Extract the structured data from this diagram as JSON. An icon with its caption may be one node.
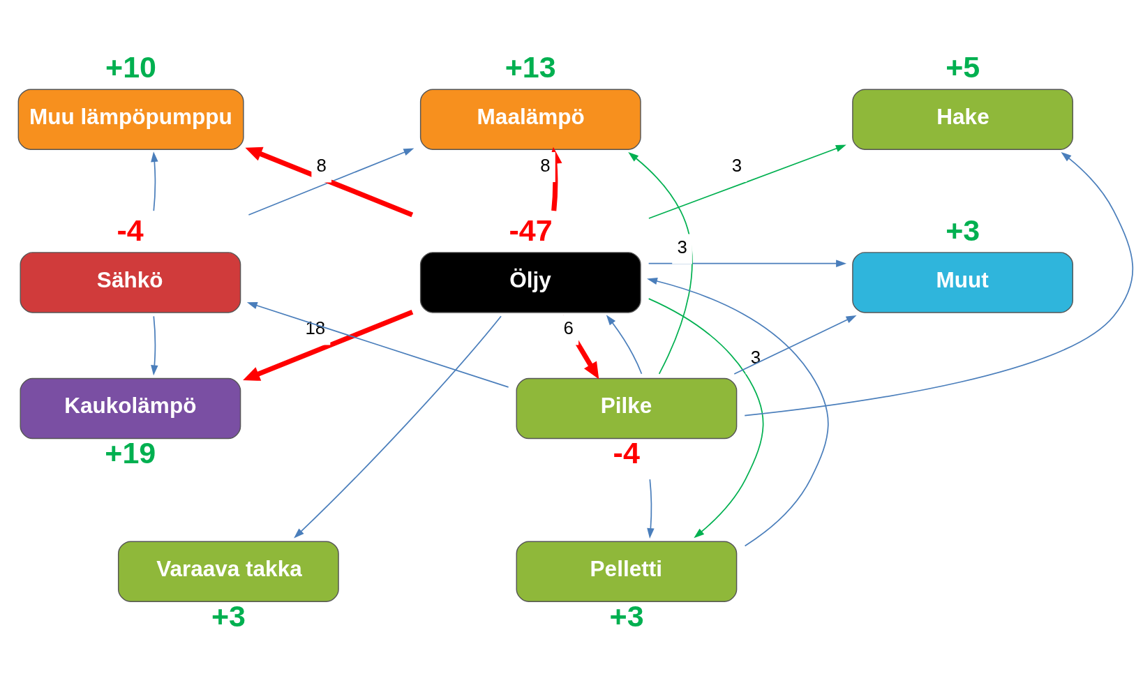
{
  "diagram": {
    "nodes": [
      {
        "text": [
          "Maalämpö"
        ],
        "beside": [
          "+13"
        ]
      },
      {
        "text": [
          "Hake"
        ],
        "beside": [
          "+5"
        ]
      },
      {
        "text": [
          "Muu lämpöpumppu"
        ],
        "beside": [
          "+10"
        ]
      },
      {
        "text": [
          "Öljy"
        ],
        "beside": [
          "-47"
        ]
      },
      {
        "text": [
          "Muut"
        ],
        "beside": [
          "+3"
        ]
      },
      {
        "text": [
          "Sähkö"
        ],
        "beside": [
          "-4"
        ]
      },
      {
        "text": [
          "Pilke"
        ],
        "beside": [
          "-4"
        ]
      },
      {
        "text": [
          "Kaukolämpö"
        ],
        "beside": [
          "+19"
        ]
      },
      {
        "text": [
          "Varaava takka"
        ],
        "beside": [
          "+3"
        ]
      },
      {
        "text": [
          "Pelletti"
        ],
        "beside": [
          "+3"
        ]
      }
    ],
    "edges": [
      {
        "from": 3,
        "to": 2,
        "arrow": "to",
        "label": "8",
        "style": "thick",
        "color": "#ff0000"
      },
      {
        "from": 3,
        "to": 0,
        "arrow": "to",
        "label": "8",
        "style": "thick",
        "color": "#ff0000"
      },
      {
        "from": 3,
        "to": 1,
        "arrow": "to",
        "label": "3",
        "color": "#00b050"
      },
      {
        "from": 3,
        "to": 4,
        "arrow": "to"
      },
      {
        "from": 3,
        "to": 6,
        "arrow": "to",
        "label": "6",
        "style": "thick",
        "color": "#ff0000"
      },
      {
        "from": 3,
        "to": 7,
        "arrow": "to",
        "label": "18",
        "style": "thick",
        "color": "#ff0000"
      },
      {
        "from": 3,
        "to": 8,
        "arrow": "to"
      },
      {
        "from": 3,
        "to": 9,
        "arrow": "to",
        "label": "3",
        "color": "#00b050"
      },
      {
        "from": 5,
        "to": 2,
        "arrow": "to"
      },
      {
        "from": 5,
        "to": 0,
        "arrow": "to"
      },
      {
        "from": 5,
        "to": 7,
        "arrow": "to"
      },
      {
        "from": 6,
        "to": 0,
        "arrow": "to",
        "label": "3",
        "color": "#00b050"
      },
      {
        "from": 6,
        "to": 1,
        "arrow": "to"
      },
      {
        "from": 6,
        "to": 4,
        "arrow": "to"
      },
      {
        "from": 6,
        "to": 3,
        "arrow": "to"
      },
      {
        "from": 6,
        "to": 5,
        "arrow": "to"
      },
      {
        "from": 6,
        "to": 9,
        "arrow": "to"
      },
      {
        "from": 9,
        "to": 3,
        "arrow": "to"
      }
    ]
  }
}
